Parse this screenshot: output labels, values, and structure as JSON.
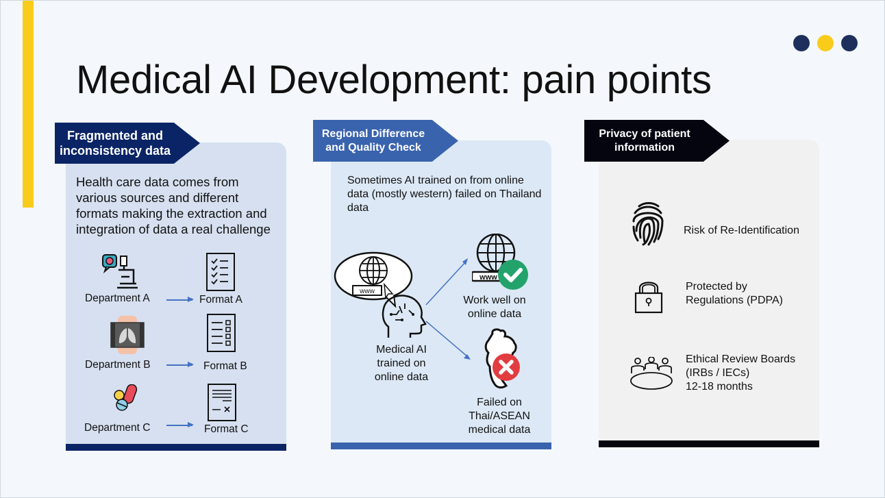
{
  "slide": {
    "title": "Medical AI Development: pain points",
    "colors": {
      "accent": "#f9cc1c",
      "navy": "#0b2466",
      "blue": "#3a63ae",
      "black": "#050510"
    },
    "dots": [
      {
        "name": "navy-dot",
        "color": "#1d2f5a"
      },
      {
        "name": "yellow-dot",
        "color": "#f9cc1c"
      },
      {
        "name": "navy-dot",
        "color": "#1d2f5a"
      }
    ]
  },
  "panels": {
    "fragmented": {
      "tag": "Fragmented and inconsistency data",
      "description": "Health care data comes from various sources and different formats making the extraction and integration of data a real challenge",
      "rows": [
        {
          "department": "Department A",
          "department_icon": "microscope-icon",
          "format": "Format A",
          "format_icon": "checklist-document-icon"
        },
        {
          "department": "Department B",
          "department_icon": "lung-xray-icon",
          "format": "Format B",
          "format_icon": "list-checkbox-document-icon"
        },
        {
          "department": "Department C",
          "department_icon": "pills-icon",
          "format": "Format C",
          "format_icon": "signature-document-icon"
        }
      ]
    },
    "regional": {
      "tag": "Regional Difference and Quality Check",
      "description": "Sometimes AI trained on from online data (mostly western) failed on Thailand data",
      "source_label": "Medical AI trained on online data",
      "success_label": "Work well on online data",
      "failure_label": "Failed on Thai/ASEAN medical data",
      "www_text": "www"
    },
    "privacy": {
      "tag": "Privacy of patient information",
      "items": [
        {
          "icon": "fingerprint-icon",
          "text": "Risk of Re-Identification"
        },
        {
          "icon": "padlock-icon",
          "text": "Protected by Regulations (PDPA)"
        },
        {
          "icon": "meeting-table-icon",
          "text": "Ethical Review Boards (IRBs / IECs) 12-18 months",
          "lines": [
            "Ethical Review Boards",
            "(IRBs / IECs)",
            "12-18 months"
          ]
        }
      ]
    }
  }
}
